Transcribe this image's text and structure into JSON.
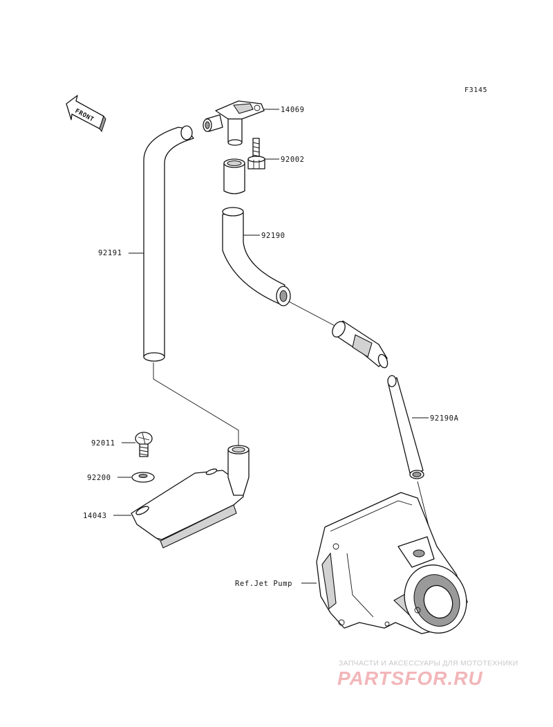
{
  "figure_code": "F3145",
  "front_label": "FRONT",
  "callouts": {
    "p14069": "14069",
    "p92002": "92002",
    "p92191": "92191",
    "p92190": "92190",
    "p92190a": "92190A",
    "p92011": "92011",
    "p92200": "92200",
    "p14043": "14043",
    "ref_jet_pump": "Ref.Jet Pump"
  },
  "watermark": {
    "tagline": "ЗАПЧАСТИ И АКСЕССУАРЫ ДЛЯ МОТОТЕХНИКИ",
    "brand": "PARTSFOR.RU",
    "color": "#f2b6b9"
  }
}
